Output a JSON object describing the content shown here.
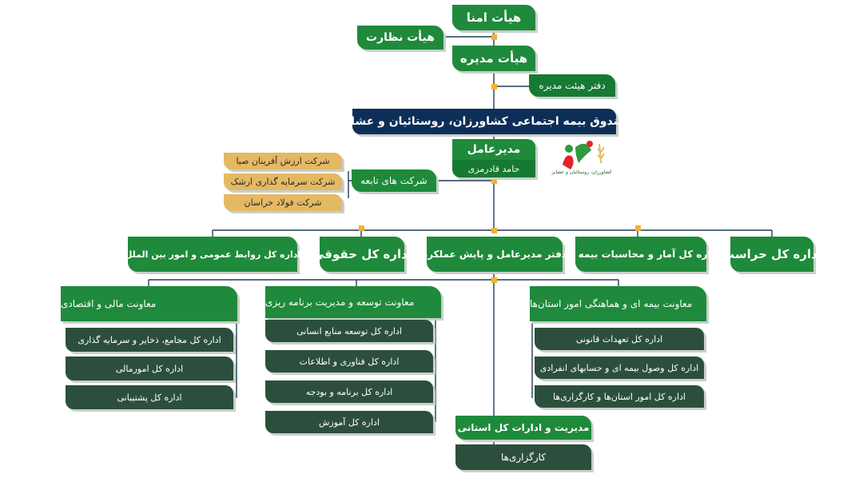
{
  "colors": {
    "green": "#1f8a3b",
    "dark_green": "#2c4f3d",
    "navy": "#0d2f57",
    "gold": "#e4b964",
    "connector": "#1e3d5c",
    "dot": "#f2b233"
  },
  "top": {
    "board_of_trustees": "هیأت امنا",
    "supervisory_board": "هیأت نظارت",
    "board_of_directors": "هیأت مدیره",
    "board_office": "دفتر هیئت مدیره"
  },
  "fund_title": "صندوق بیمه اجتماعی کشاورزان، روستائیان و عشایر",
  "ceo": {
    "title": "مدیرعامل",
    "name": "حامد قادرمزی"
  },
  "subsidiaries": {
    "label": "شرکت های تابعه",
    "items": [
      "شرکت ارزش آفرینان صبا",
      "شرکت سرمایه گذاری ارشک",
      "شرکت فولاد خراسان"
    ]
  },
  "logo": {
    "icon": "fund-logo-icon",
    "caption": "کشاورزان، روستائیان و عشایر"
  },
  "departments": [
    "اداره کل حراست",
    "اداره کل آمار و محاسبات بیمه ای",
    "دفتر مدیرعامل و پایش عملکرد",
    "اداره کل حقوقی",
    "اداره کل روابط عمومی و امور بین الملل"
  ],
  "deputies": {
    "insurance": {
      "title": "معاونت بیمه ای و هماهنگی امور استان‌ها",
      "items": [
        "اداره کل تعهدات قانونی",
        "اداره کل وصول بیمه ای و حسابهای انفرادی",
        "اداره کل امور استان‌ها و کارگزاری‌ها"
      ]
    },
    "development": {
      "title": "معاونت توسعه و مدیریت برنامه ریزی",
      "items": [
        "اداره کل توسعه منابع انسانی",
        "اداره کل فناوری و اطلاعات",
        "اداره کل برنامه و بودجه",
        "اداره کل آموزش"
      ]
    },
    "finance": {
      "title": "معاونت مالی و اقتصادی",
      "items": [
        "اداره کل مجامع، ذخایر و سرمایه گذاری",
        "اداره کل امورمالی",
        "اداره کل پشتیبانی"
      ]
    }
  },
  "provincial": {
    "management": "مدیریت و ادارات کل استانی",
    "agencies": "کارگزاری‌ها"
  }
}
